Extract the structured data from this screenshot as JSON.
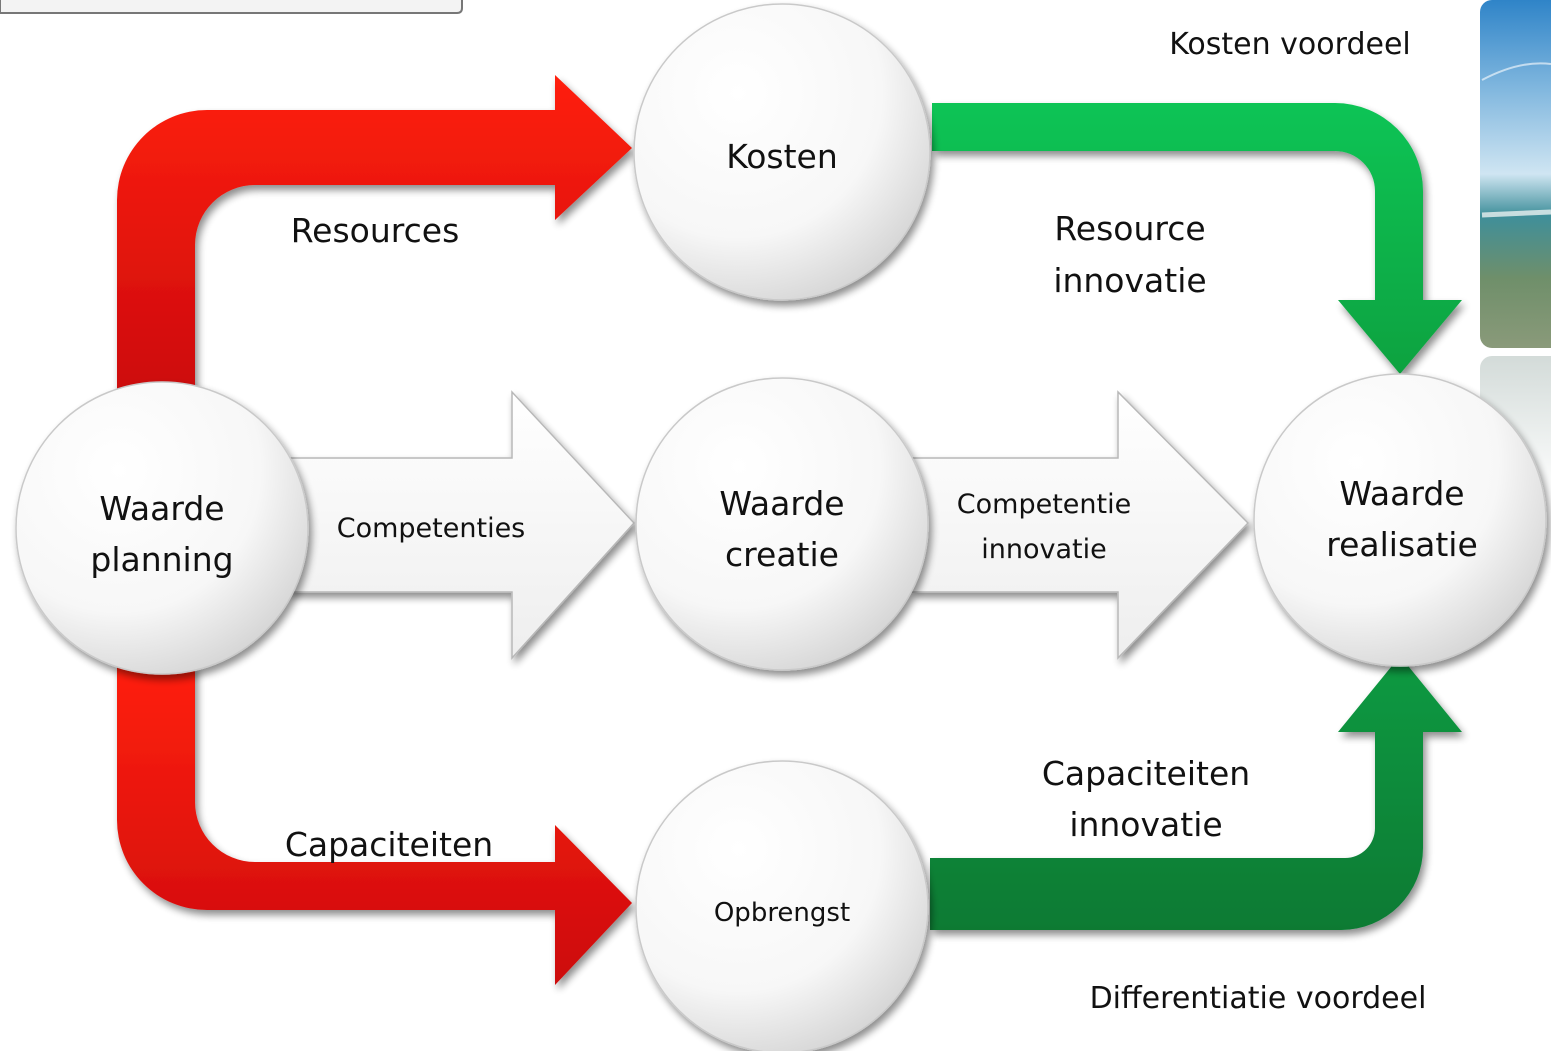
{
  "nodes": {
    "waarde_planning": {
      "line1": "Waarde",
      "line2": "planning"
    },
    "kosten": {
      "label": "Kosten"
    },
    "waarde_creatie": {
      "line1": "Waarde",
      "line2": "creatie"
    },
    "opbrengst": {
      "label": "Opbrengst"
    },
    "waarde_realisatie": {
      "line1": "Waarde",
      "line2": "realisatie"
    }
  },
  "edges": {
    "resources": "Resources",
    "competenties": "Competenties",
    "capaciteiten": "Capaciteiten",
    "resource_innovatie": {
      "line1": "Resource",
      "line2": "innovatie"
    },
    "competentie_innovatie": {
      "line1": "Competentie",
      "line2": "innovatie"
    },
    "capaciteiten_innovatie": {
      "line1": "Capaciteiten",
      "line2": "innovatie"
    }
  },
  "annotations": {
    "kosten_voordeel": "Kosten voordeel",
    "differentiatie_voordeel": "Differentiatie voordeel"
  },
  "colors": {
    "red": "#e8140c",
    "green_top": "#12b94e",
    "green_bottom": "#0a8a3a"
  }
}
